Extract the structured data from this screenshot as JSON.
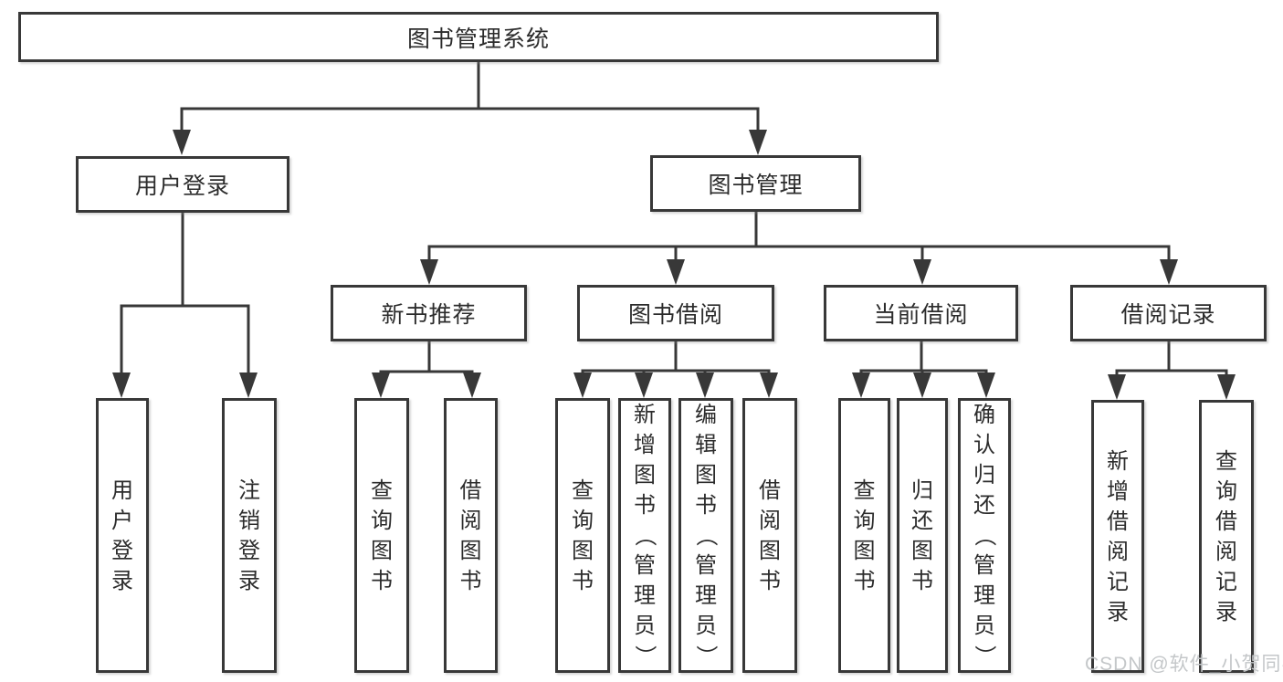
{
  "tree": {
    "root": {
      "label": "图书管理系统"
    },
    "branches": [
      {
        "label": "用户登录",
        "children": [
          {
            "label": "用户登录"
          },
          {
            "label": "注销登录"
          }
        ]
      },
      {
        "label": "图书管理",
        "children": [
          {
            "label": "新书推荐",
            "children": [
              {
                "label": "查询图书"
              },
              {
                "label": "借阅图书"
              }
            ]
          },
          {
            "label": "图书借阅",
            "children": [
              {
                "label": "查询图书"
              },
              {
                "label": "新增图书（管理员）"
              },
              {
                "label": "编辑图书（管理员）"
              },
              {
                "label": "借阅图书"
              }
            ]
          },
          {
            "label": "当前借阅",
            "children": [
              {
                "label": "查询图书"
              },
              {
                "label": "归还图书"
              },
              {
                "label": "确认归还（管理员）"
              }
            ]
          },
          {
            "label": "借阅记录",
            "children": [
              {
                "label": "新增借阅记录"
              },
              {
                "label": "查询借阅记录"
              }
            ]
          }
        ]
      }
    ]
  },
  "watermark": "CSDN @软件_小贺同学",
  "colors": {
    "line": "#383838",
    "text": "#2c2c2c",
    "watermark": "#c4c7c9",
    "background": "#ffffff"
  }
}
